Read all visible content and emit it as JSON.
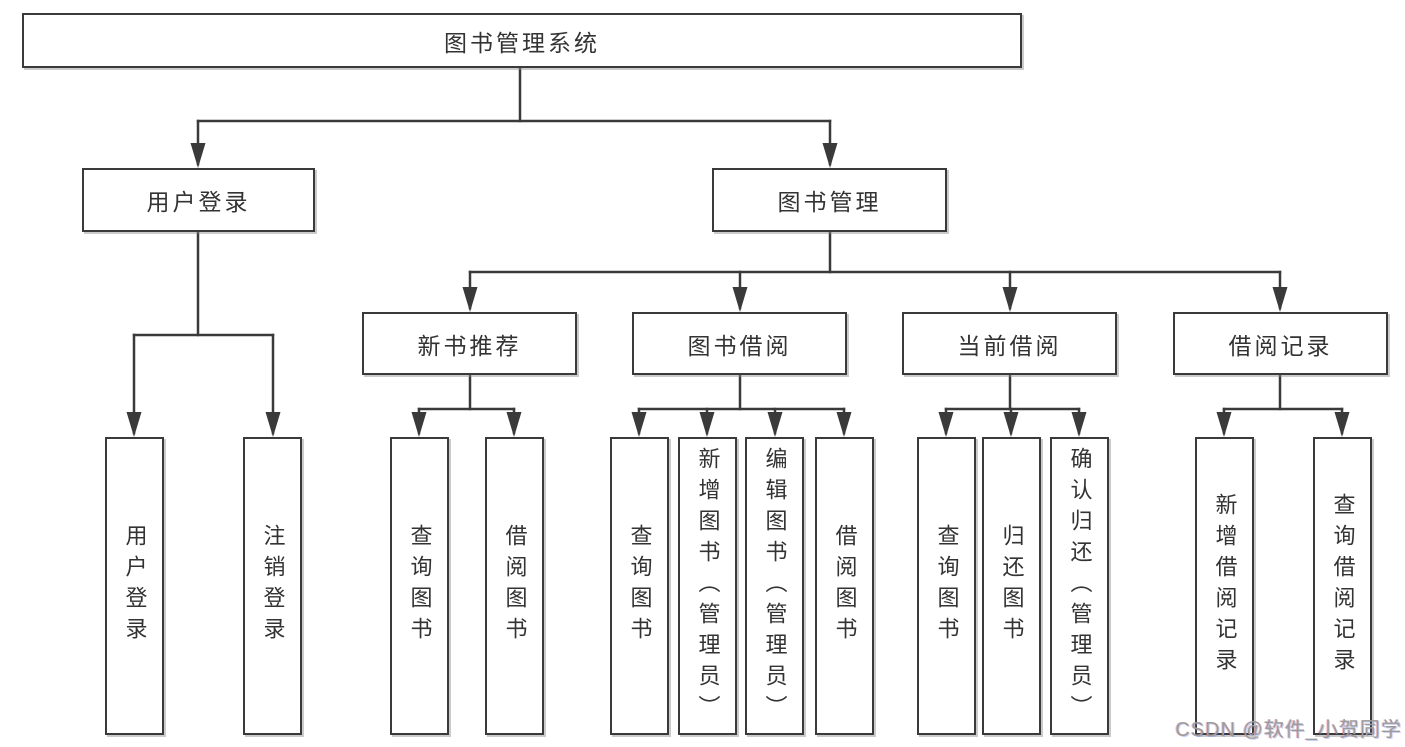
{
  "diagram": {
    "title": "图书管理系统",
    "nodes": {
      "root": {
        "label": "图书管理系统"
      },
      "user_login": {
        "label": "用户登录"
      },
      "book_mgmt": {
        "label": "图书管理"
      },
      "new_book_rec": {
        "label": "新书推荐"
      },
      "book_borrow": {
        "label": "图书借阅"
      },
      "current_borrow": {
        "label": "当前借阅"
      },
      "borrow_records": {
        "label": "借阅记录"
      },
      "v_user_login": {
        "label": "用户登录"
      },
      "v_logout": {
        "label": "注销登录"
      },
      "v_query_book_1": {
        "label": "查询图书"
      },
      "v_borrow_book_1": {
        "label": "借阅图书"
      },
      "v_query_book_2": {
        "label": "查询图书"
      },
      "v_add_book": {
        "label": "新增图书（管理员）"
      },
      "v_edit_book": {
        "label": "编辑图书（管理员）"
      },
      "v_borrow_book_2": {
        "label": "借阅图书"
      },
      "v_query_book_3": {
        "label": "查询图书"
      },
      "v_return_book": {
        "label": "归还图书"
      },
      "v_confirm_return": {
        "label": "确认归还（管理员）"
      },
      "v_add_borrow_record": {
        "label": "新增借阅记录"
      },
      "v_query_borrow_record": {
        "label": "查询借阅记录"
      }
    }
  },
  "watermark": "CSDN @软件_小贺同学",
  "colors": {
    "line": "#3a3a3a",
    "text": "#333333",
    "watermark": "#9c9c9c",
    "background": "#ffffff"
  }
}
